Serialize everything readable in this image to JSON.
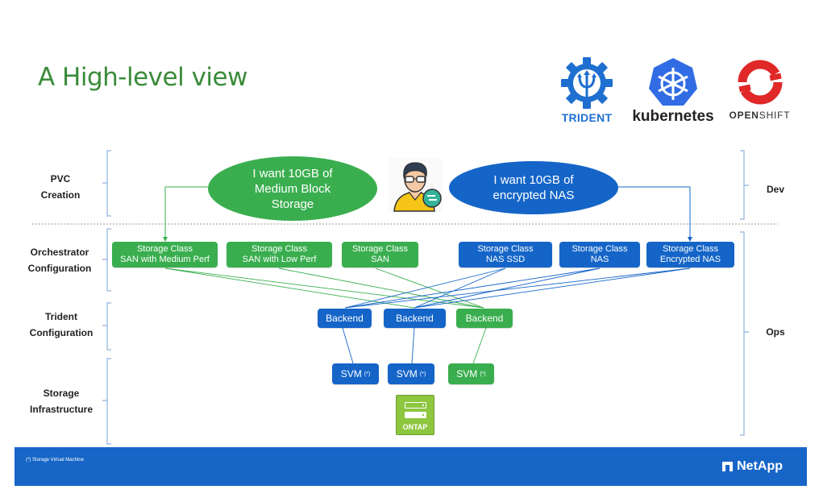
{
  "slide": {
    "title": "A High-level view"
  },
  "logos": [
    {
      "name": "Trident",
      "label": "TRIDENT",
      "color": "#1e6fcf"
    },
    {
      "name": "Kubernetes",
      "label": "kubernetes",
      "color": "#326ce5"
    },
    {
      "name": "OpenShift",
      "label_bold": "OPEN",
      "label_light": "SHIFT",
      "color": "#e02828"
    }
  ],
  "left_labels": [
    {
      "line1": "PVC",
      "line2": "Creation"
    },
    {
      "line1": "Orchestrator",
      "line2": "Configuration"
    },
    {
      "line1": "Trident",
      "line2": "Configuration"
    },
    {
      "line1": "Storage",
      "line2": "Infrastructure"
    }
  ],
  "right_labels": [
    "Dev",
    "Ops"
  ],
  "requests": [
    {
      "line1": "I want 10GB of",
      "line2": "Medium Block",
      "line3": "Storage",
      "color": "green"
    },
    {
      "line1": "I want 10GB of",
      "line2": "encrypted NAS",
      "color": "blue"
    }
  ],
  "storage_classes": [
    {
      "line1": "Storage Class",
      "line2": "SAN with Medium Perf",
      "color": "green"
    },
    {
      "line1": "Storage Class",
      "line2": "SAN with Low Perf",
      "color": "green"
    },
    {
      "line1": "Storage Class",
      "line2": "SAN",
      "color": "green"
    },
    {
      "line1": "Storage Class",
      "line2": "NAS SSD",
      "color": "blue"
    },
    {
      "line1": "Storage Class",
      "line2": "NAS",
      "color": "blue"
    },
    {
      "line1": "Storage Class",
      "line2": "Encrypted NAS",
      "color": "blue"
    }
  ],
  "backends": [
    {
      "label": "Backend",
      "color": "blue"
    },
    {
      "label": "Backend",
      "color": "blue"
    },
    {
      "label": "Backend",
      "color": "green"
    }
  ],
  "svms": [
    {
      "label": "SVM",
      "mark": "(*)",
      "color": "blue"
    },
    {
      "label": "SVM",
      "mark": "(*)",
      "color": "blue"
    },
    {
      "label": "SVM",
      "mark": "(*)",
      "color": "green"
    }
  ],
  "ontap": {
    "label": "ONTAP"
  },
  "footer": {
    "footnote": "(*) Storage Virtual Machine",
    "brand": "NetApp"
  },
  "colors": {
    "green": "#3aae4f",
    "blue": "#1565c8",
    "title_green": "#3a8b3a",
    "footer_blue": "#1765c7",
    "ontap_green": "#8dc63f",
    "bracket": "#8fb3de"
  }
}
